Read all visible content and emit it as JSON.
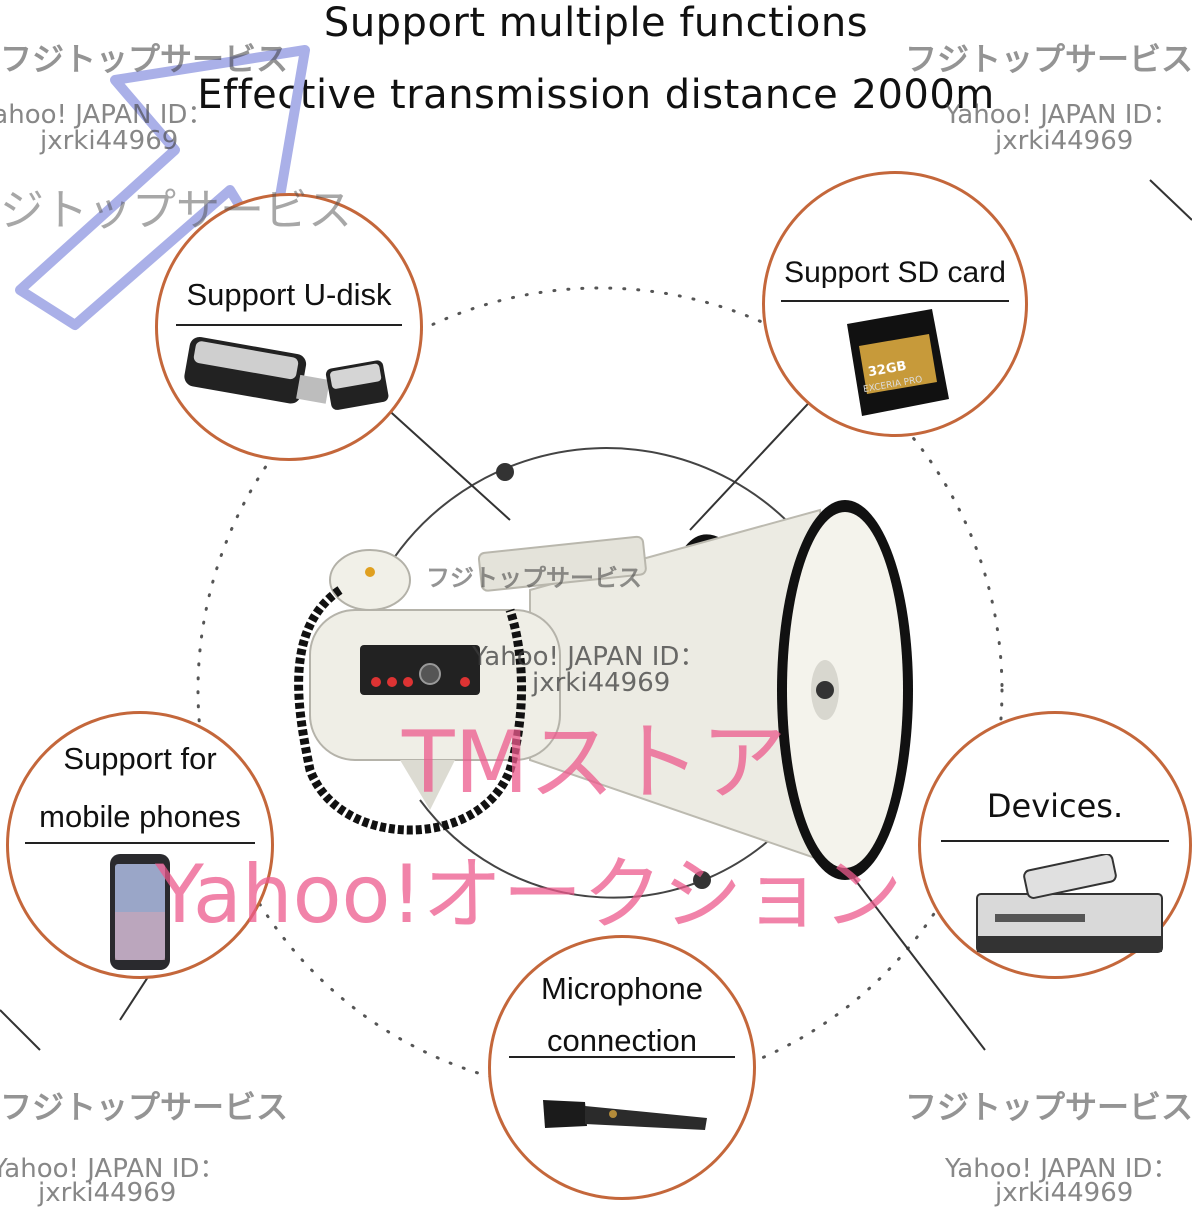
{
  "headline": {
    "line1": "Support multiple functions",
    "line2": "Effective transmission distance 2000m"
  },
  "features": {
    "udisk": {
      "label": "Support U-disk",
      "icon": "usb-drive-icon"
    },
    "sd": {
      "label": "Support SD card",
      "icon": "sd-card-icon",
      "card_brand": "EXCERIA PRO",
      "card_capacity": "32GB"
    },
    "phone": {
      "label_line1": "Support for",
      "label_line2": "mobile phones",
      "icon": "smartphone-icon"
    },
    "devices": {
      "label": "Devices.",
      "icon": "dvd-player-icon"
    },
    "mic": {
      "label_line1": "Microphone",
      "label_line2": "connection",
      "icon": "microphone-icon"
    }
  },
  "watermarks": {
    "shop_jp": "フジトップサービス",
    "shop_jp_partial": "ジトップサービス",
    "yahoo_id_label": "Yahoo! JAPAN ID：",
    "yahoo_id_value": "jxrki44969",
    "store": "TMストア",
    "auction": "Yahoo!オークション"
  },
  "colors": {
    "circle_border": "#c4673b",
    "pink_watermark": "#ec5a8c",
    "megaphone_body": "#ecebe3"
  }
}
